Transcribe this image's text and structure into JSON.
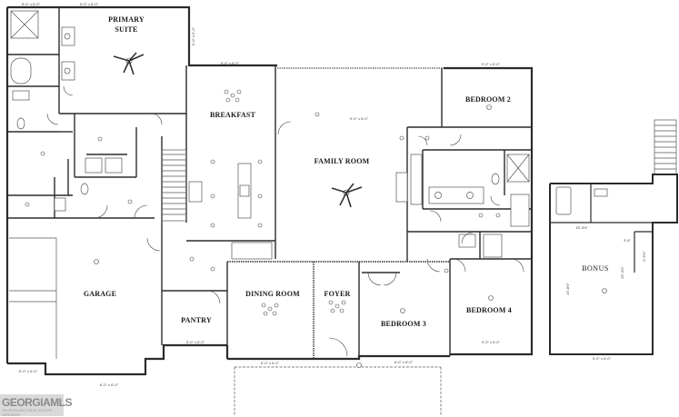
{
  "rooms": {
    "primary_suite_line1": "PRIMARY",
    "primary_suite_line2": "SUITE",
    "breakfast": "BREAKFAST",
    "family_room": "FAMILY ROOM",
    "bedroom_2": "BEDROOM 2",
    "garage": "GARAGE",
    "dining_room": "DINING ROOM",
    "foyer": "FOYER",
    "pantry": "PANTRY",
    "bedroom_3": "BEDROOM 3",
    "bedroom_4": "BEDROOM 4",
    "bonus": "BONUS"
  },
  "dimensions": {
    "primary_top": "5'-0\" x 6'-0\"",
    "primary_top_left": "5'-0\" x 6'-0\"",
    "primary_side": "5'-0\" x 6'-0\"",
    "breakfast_top": "9'-0\" x 6'-0\"",
    "family_top": "9'-0\" x 6'-0\"",
    "bedroom2_top": "9'-0\" x 6'-0\"",
    "garage_bottom_left": "6'-0\" x 6'-0\"",
    "garage_bottom": "6'-0\" x 6'-0\"",
    "pantry_bottom": "5'-0\" x 6'-0\"",
    "dining_bottom": "6'-0\" x 6'-0\"",
    "bedroom3_bottom": "6'-0\" x 6'-0\"",
    "bedroom4_bottom": "9'-0\" x 6'-0\"",
    "bonus_bottom": "5'-0\" x 6'-0\"",
    "bonus_width": "15'-3½\"",
    "bonus_height": "15'-8½\"",
    "bonus_inner": "25'-3½\"",
    "bonus_side": "3'-6\"",
    "bonus_side2": "6'-5½\""
  },
  "watermark": {
    "brand": "GEORGIAMLS",
    "tagline": "GEORGIA MLS REAL ESTATE SERVICES"
  },
  "colors": {
    "wall": "#2b2b2b",
    "watermark_bg": "#d9d9d9",
    "watermark_text": "#8a8a8a"
  }
}
